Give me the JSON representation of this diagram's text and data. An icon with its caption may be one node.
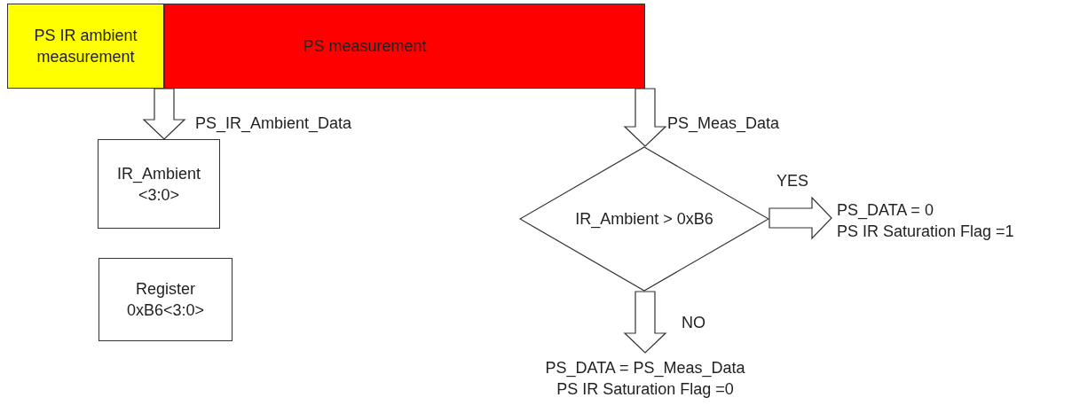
{
  "diagram": {
    "nodes": [
      {
        "text": [
          "PS IR ambient measurement"
        ]
      },
      {
        "text": [
          "PS measurement"
        ]
      },
      {
        "text": [
          "IR_Ambient <3:0>"
        ]
      },
      {
        "text": [
          "Register 0xB6<3:0>"
        ]
      },
      {
        "text": [
          "IR_Ambient > 0xB6"
        ]
      },
      {
        "text": [
          "PS_DATA = 0",
          "PS IR Saturation Flag =1"
        ]
      },
      {
        "text": [
          "PS_DATA = PS_Meas_Data",
          "PS IR Saturation Flag =0"
        ]
      }
    ],
    "edges": [
      {
        "from": 0,
        "to": 2,
        "arrow": "to",
        "label": "PS_IR_Ambient_Data"
      },
      {
        "from": 1,
        "to": 4,
        "arrow": "to",
        "label": "PS_Meas_Data"
      },
      {
        "from": 4,
        "to": 5,
        "arrow": "to",
        "label": "YES"
      },
      {
        "from": 4,
        "to": 6,
        "arrow": "to",
        "label": "NO"
      }
    ]
  }
}
